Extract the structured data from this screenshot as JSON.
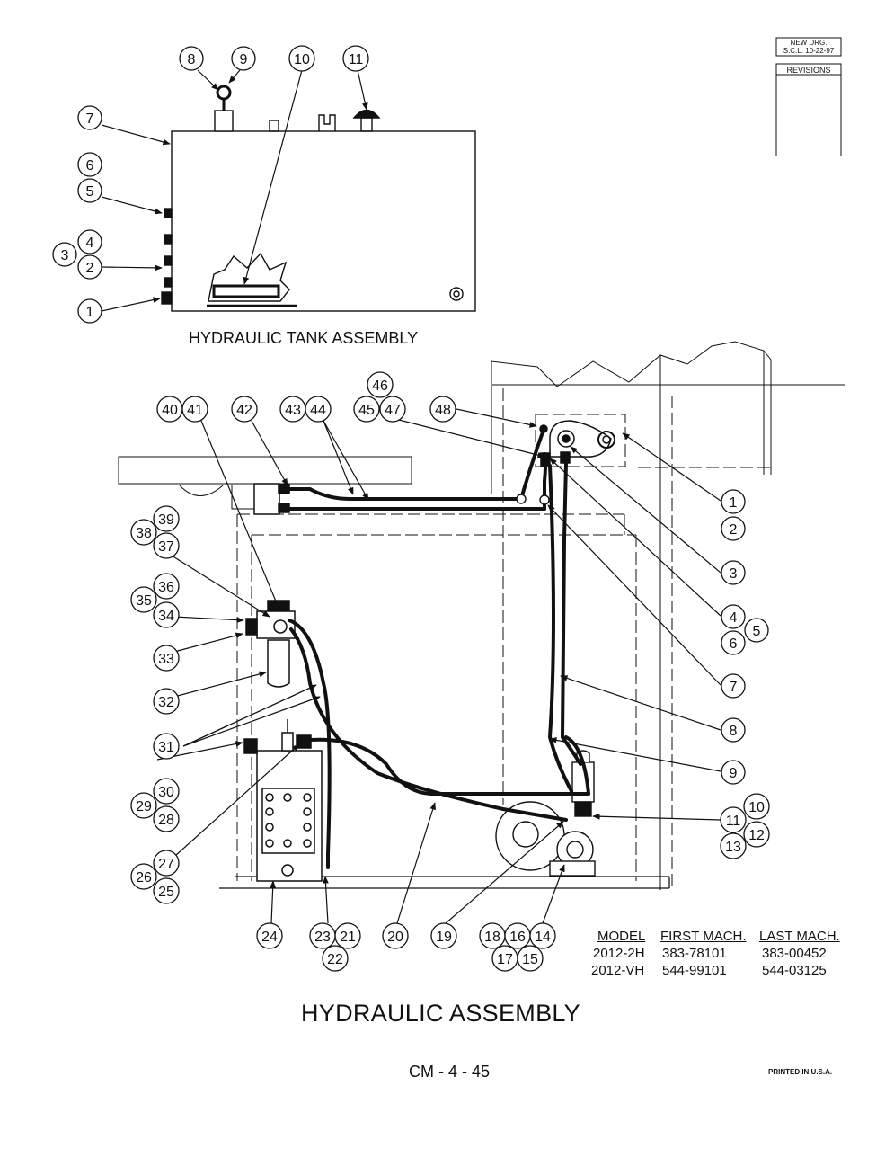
{
  "revision_box": {
    "line1": "NEW DRG.",
    "line2": "S.C.L. 10-22-97",
    "label": "REVISIONS"
  },
  "tank_title": "HYDRAULIC TANK ASSEMBLY",
  "main_title": "HYDRAULIC ASSEMBLY",
  "page_number": "CM - 4 - 45",
  "printed": "PRINTED IN U.S.A.",
  "model_table": {
    "headers": [
      "MODEL",
      "FIRST MACH.",
      "LAST MACH."
    ],
    "rows": [
      [
        "2012-2H",
        "383-78101",
        "383-00452"
      ],
      [
        "2012-VH",
        "544-99101",
        "544-03125"
      ]
    ]
  },
  "tank_callouts": [
    "1",
    "2",
    "3",
    "4",
    "5",
    "6",
    "7",
    "8",
    "9",
    "10",
    "11"
  ],
  "assembly_callouts": [
    "1",
    "2",
    "3",
    "4",
    "5",
    "6",
    "7",
    "8",
    "9",
    "10",
    "11",
    "12",
    "13",
    "14",
    "15",
    "16",
    "17",
    "18",
    "19",
    "20",
    "21",
    "22",
    "23",
    "24",
    "25",
    "26",
    "27",
    "28",
    "29",
    "30",
    "31",
    "32",
    "33",
    "34",
    "35",
    "36",
    "37",
    "38",
    "39",
    "40",
    "41",
    "42",
    "43",
    "44",
    "45",
    "46",
    "47",
    "48"
  ]
}
